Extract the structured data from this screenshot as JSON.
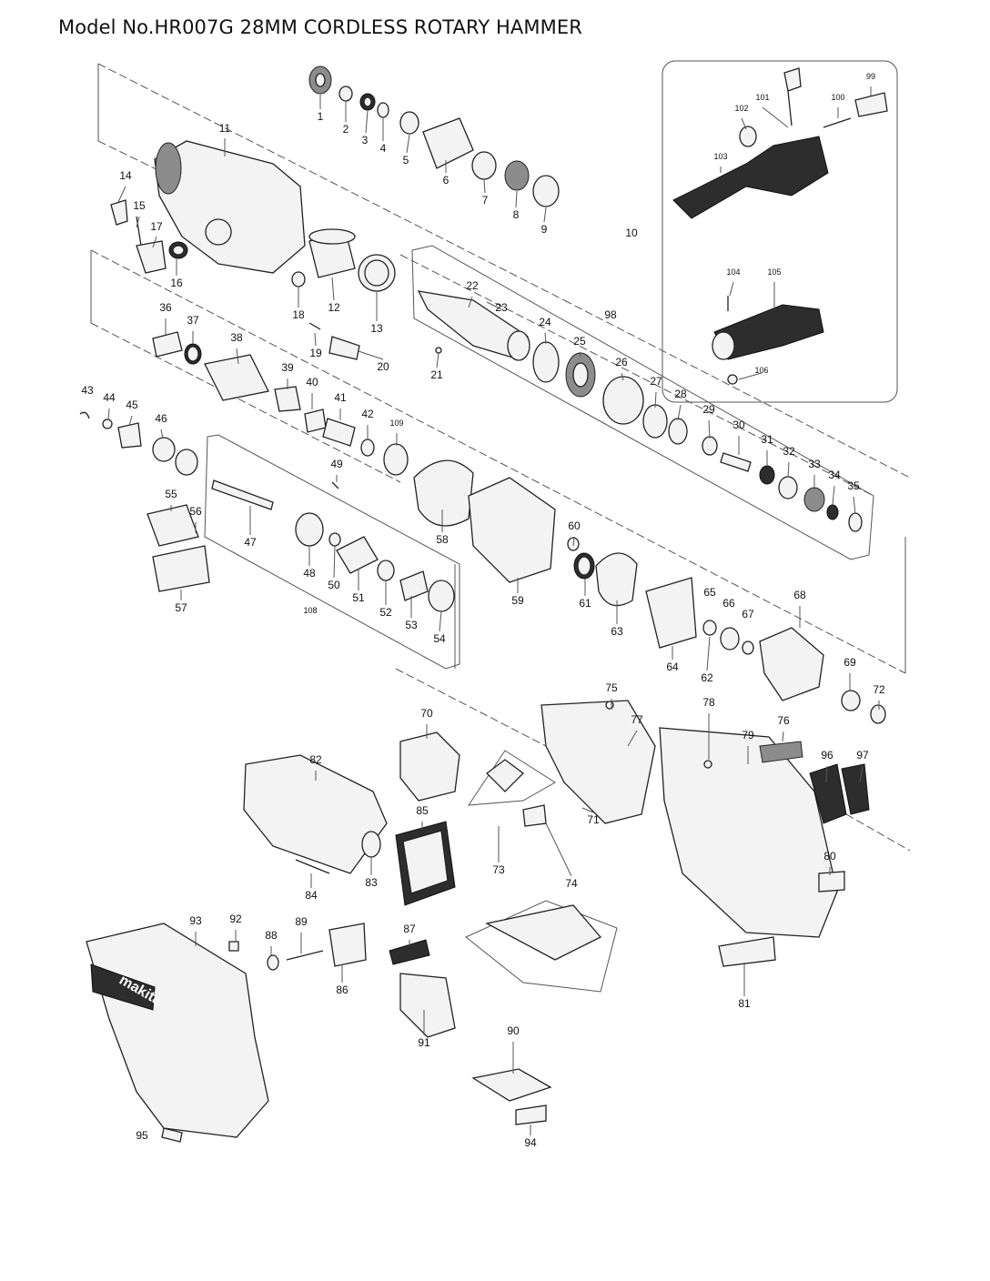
{
  "title": "Model No.HR007G 28MM CORDLESS ROTARY HAMMER",
  "brand_logo": "makita",
  "part_numbers": [
    "1",
    "2",
    "3",
    "4",
    "5",
    "6",
    "7",
    "8",
    "9",
    "10",
    "11",
    "12",
    "13",
    "14",
    "15",
    "16",
    "17",
    "18",
    "19",
    "20",
    "21",
    "22",
    "23",
    "24",
    "25",
    "26",
    "27",
    "28",
    "29",
    "30",
    "31",
    "32",
    "33",
    "34",
    "35",
    "36",
    "37",
    "38",
    "39",
    "40",
    "41",
    "42",
    "43",
    "44",
    "45",
    "46",
    "47",
    "48",
    "49",
    "50",
    "51",
    "52",
    "53",
    "54",
    "55",
    "56",
    "57",
    "58",
    "59",
    "60",
    "61",
    "62",
    "63",
    "64",
    "65",
    "66",
    "67",
    "68",
    "69",
    "70",
    "71",
    "72",
    "73",
    "74",
    "75",
    "76",
    "77",
    "78",
    "79",
    "80",
    "81",
    "82",
    "83",
    "84",
    "85",
    "86",
    "87",
    "88",
    "89",
    "90",
    "91",
    "92",
    "93",
    "94",
    "95",
    "96",
    "97",
    "98",
    "99",
    "100",
    "101",
    "102",
    "103",
    "104",
    "105",
    "106",
    "108",
    "109"
  ]
}
